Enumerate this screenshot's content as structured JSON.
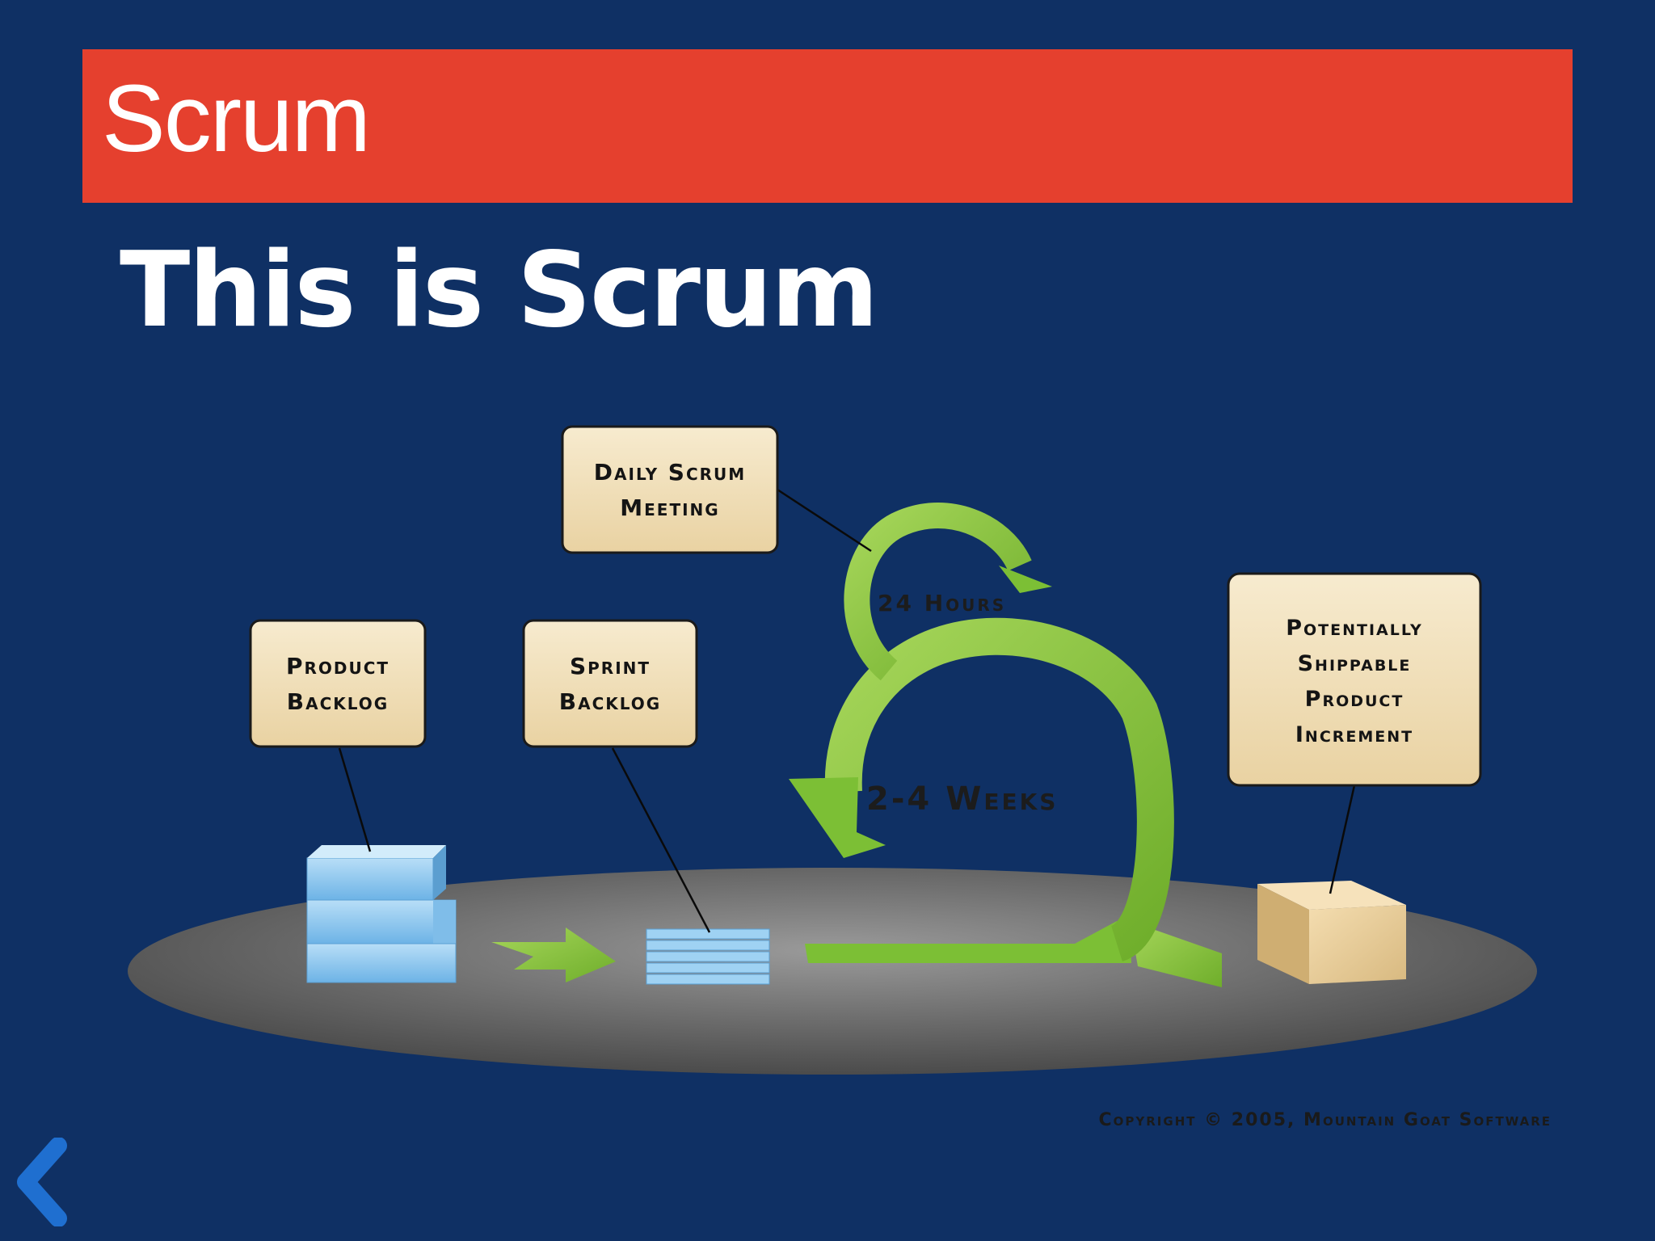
{
  "header": {
    "title": "Scrum",
    "accent_color": "#e5402e"
  },
  "slide": {
    "title": "This is Scrum"
  },
  "diagram": {
    "daily_scrum": {
      "line1": "Daily Scrum",
      "line2": "Meeting"
    },
    "product_backlog": {
      "line1": "Product",
      "line2": "Backlog"
    },
    "sprint_backlog": {
      "line1": "Sprint",
      "line2": "Backlog"
    },
    "increment": {
      "line1": "Potentially",
      "line2": "Shippable",
      "line3": "Product",
      "line4": "Increment"
    },
    "hours_label": "24 Hours",
    "weeks_label": "2-4 Weeks",
    "colors": {
      "box_fill": "#f3e2bf",
      "arrow_green": "#8cc63e",
      "stack_blue": "#8ec8ee",
      "platform": "#5b5b5b"
    }
  },
  "footer": {
    "copyright": "Copyright © 2005, Mountain Goat Software"
  },
  "nav": {
    "back_icon": "chevron-left-icon"
  },
  "background_color": "#0f3064"
}
